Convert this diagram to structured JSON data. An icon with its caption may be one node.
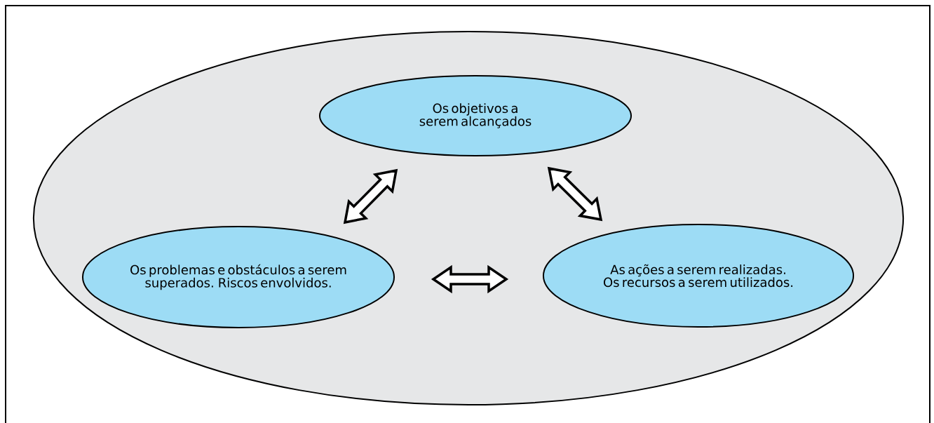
{
  "diagram": {
    "nodes": [
      {
        "text": [],
        "shape": "ellipse"
      },
      {
        "text": [
          "Os objetivos a serem alcançados"
        ],
        "in": 0
      },
      {
        "text": [
          "Os problemas e obstáculos a serem superados. Riscos envolvidos."
        ],
        "in": 0
      },
      {
        "text": [
          "As ações a serem realizadas. Os recursos a serem utilizados."
        ],
        "in": 0
      }
    ],
    "edges": [
      {
        "from": 2,
        "to": 1,
        "arrow": "both"
      },
      {
        "from": 1,
        "to": 3,
        "arrow": "both"
      },
      {
        "from": 2,
        "to": 3,
        "arrow": "both"
      }
    ]
  }
}
